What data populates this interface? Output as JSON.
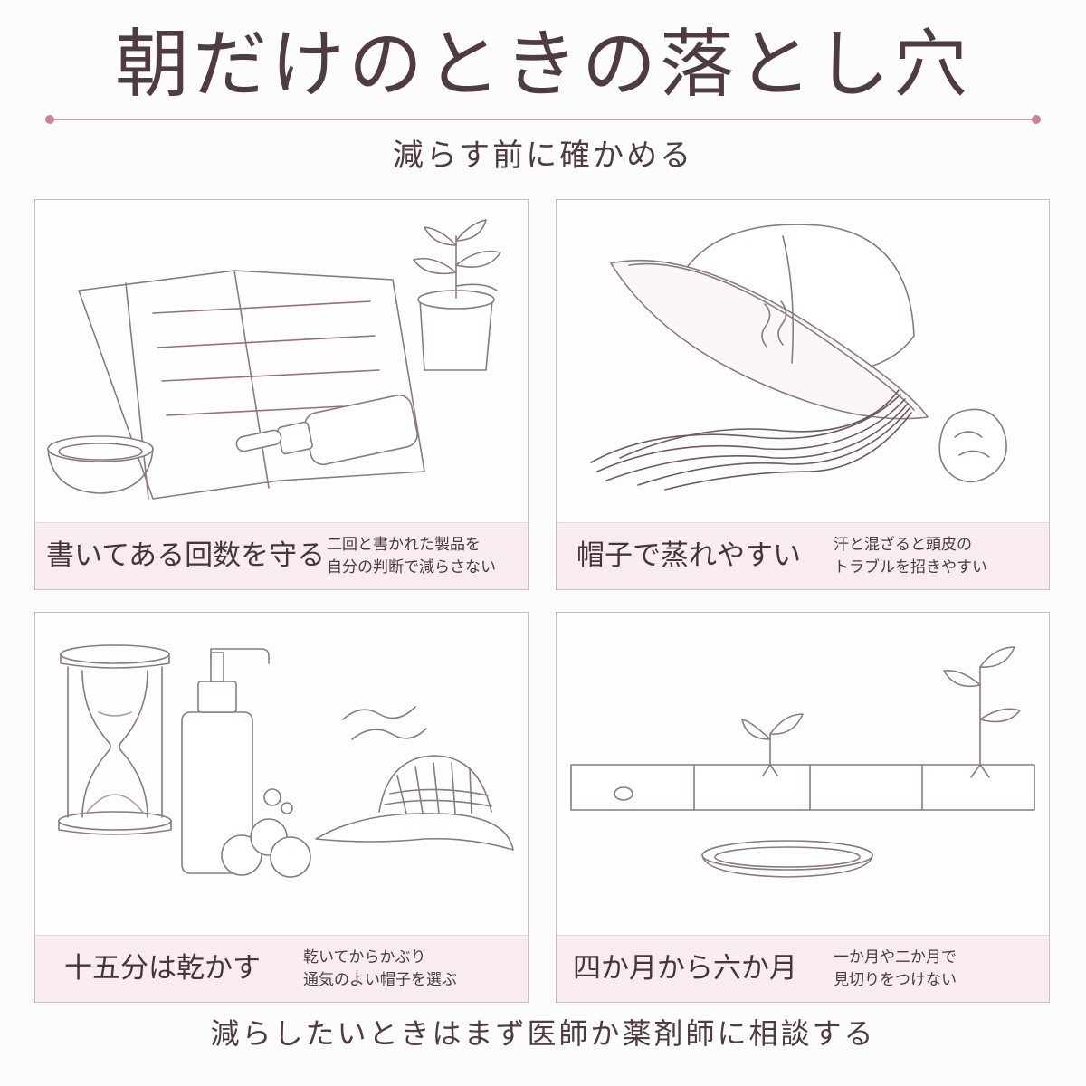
{
  "header": {
    "title": "朝だけのときの落とし穴",
    "subtitle": "減らす前に確かめる"
  },
  "colors": {
    "accent": "#d39aae",
    "caption_bg": "#f8ecef",
    "text": "#4e3c42"
  },
  "panels": [
    {
      "caption": "書いてある回数を守る",
      "note_lines": [
        "二回と書かれた製品を",
        "自分の判断で減らさない"
      ]
    },
    {
      "caption": "帽子で蒸れやすい",
      "note_lines": [
        "汗と混ざると頭皮の",
        "トラブルを招きやすい"
      ]
    },
    {
      "caption": "十五分は乾かす",
      "note_lines": [
        "乾いてからかぶり",
        "通気のよい帽子を選ぶ"
      ]
    },
    {
      "caption": "四か月から六か月",
      "note_lines": [
        "一か月や二か月で",
        "見切りをつけない"
      ]
    }
  ],
  "footer": {
    "text": "減らしたいときはまず医師か薬剤師に相談する"
  }
}
